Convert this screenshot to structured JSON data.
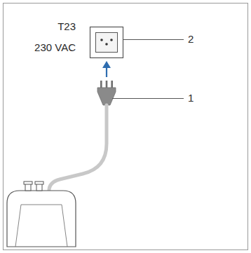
{
  "diagram": {
    "labels": [
      "T23",
      "230 VAC",
      "2",
      "1"
    ]
  }
}
